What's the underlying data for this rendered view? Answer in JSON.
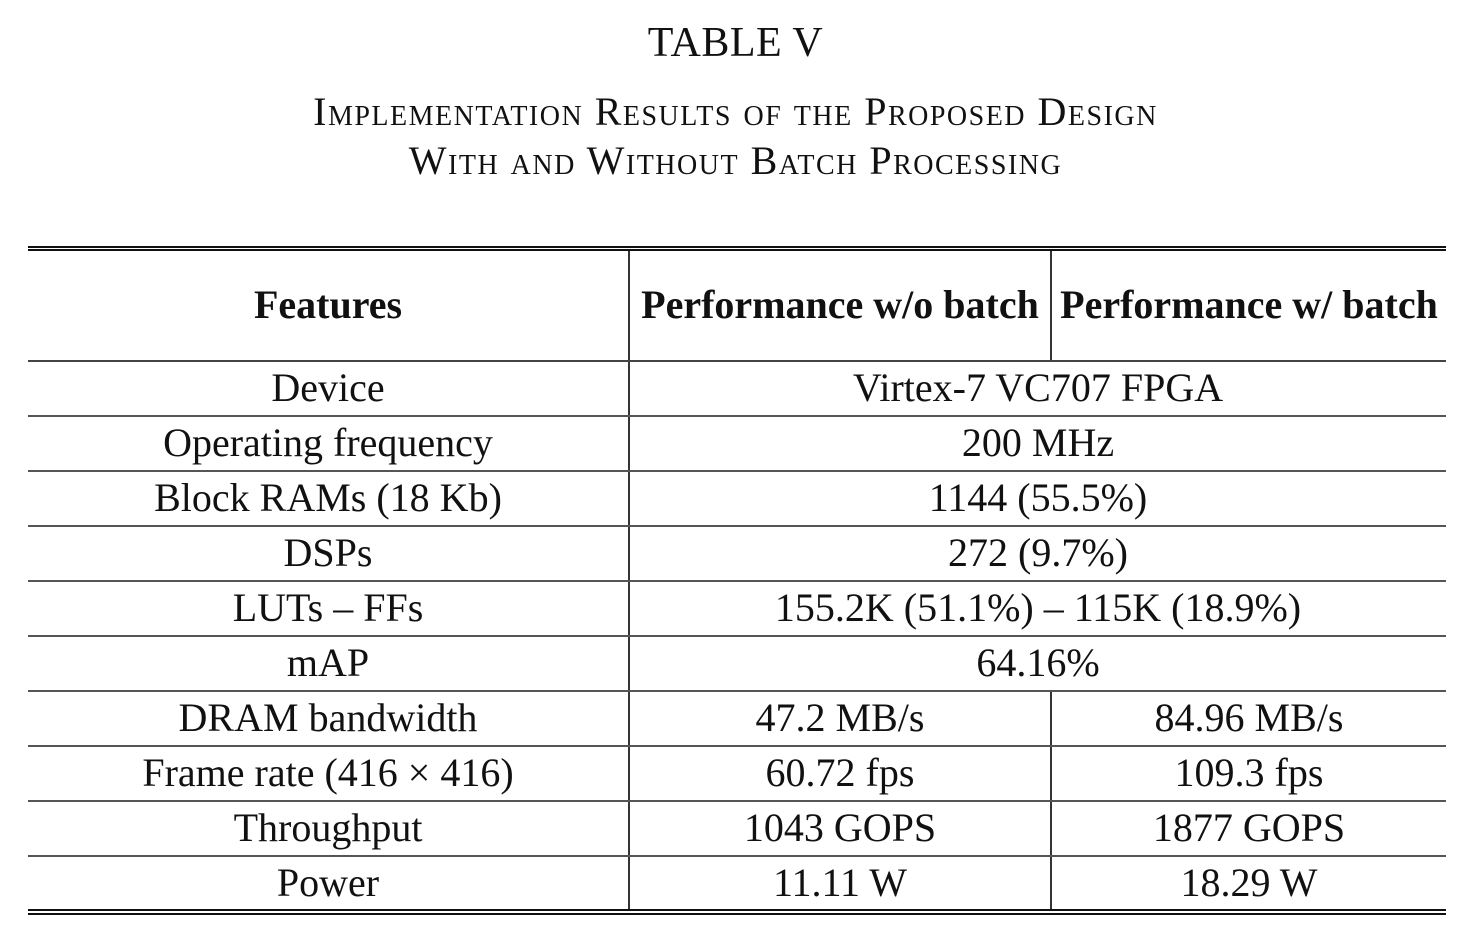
{
  "table_label": "TABLE V",
  "caption": {
    "line1": "Implementation Results of the Proposed Design",
    "line2": "With and Without Batch Processing"
  },
  "headers": {
    "features": "Features",
    "without_batch": "Performance w/o batch",
    "with_batch": "Performance w/ batch"
  },
  "rows": {
    "device": {
      "feature": "Device",
      "value": "Virtex-7 VC707 FPGA"
    },
    "frequency": {
      "feature": "Operating frequency",
      "value": "200 MHz"
    },
    "bram": {
      "feature": "Block RAMs (18 Kb)",
      "value": "1144 (55.5%)"
    },
    "dsp": {
      "feature": "DSPs",
      "value": "272 (9.7%)"
    },
    "luts": {
      "feature": "LUTs – FFs",
      "value": "155.2K (51.1%) – 115K (18.9%)"
    },
    "map": {
      "feature": "mAP",
      "value": "64.16%"
    },
    "dram": {
      "feature": "DRAM bandwidth",
      "without_batch": "47.2 MB/s",
      "with_batch": "84.96 MB/s"
    },
    "frame_rate": {
      "feature": "Frame rate (416 × 416)",
      "without_batch": "60.72 fps",
      "with_batch": "109.3 fps"
    },
    "throughput": {
      "feature": "Throughput",
      "without_batch": "1043 GOPS",
      "with_batch": "1877 GOPS"
    },
    "power": {
      "feature": "Power",
      "without_batch": "11.11 W",
      "with_batch": "18.29 W"
    }
  }
}
